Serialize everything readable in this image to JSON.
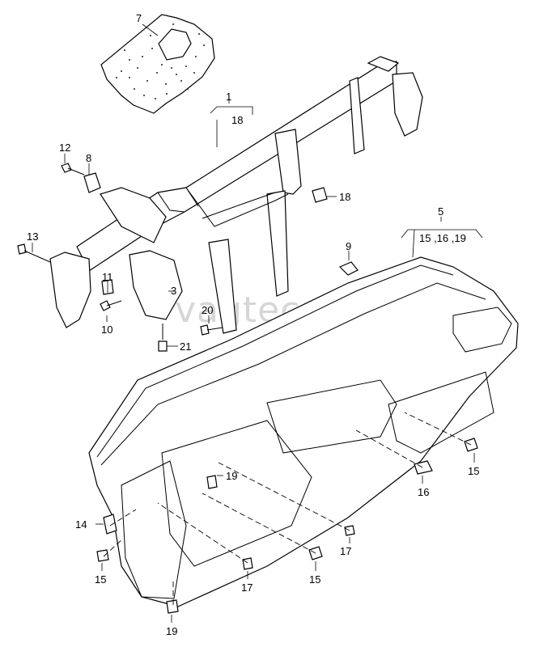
{
  "diagram": {
    "watermark": "vagtec.ru",
    "callouts": {
      "c1": "1",
      "c18_group": "18",
      "c18": "18",
      "c7": "7",
      "c12": "12",
      "c8": "8",
      "c13": "13",
      "c11": "11",
      "c10": "10",
      "c3": "3",
      "c20": "20",
      "c21": "21",
      "c9": "9",
      "c5": "5",
      "c5_group": "15 ,16 ,19",
      "c15_right": "15",
      "c16": "16",
      "c19_mid": "19",
      "c14": "14",
      "c17_right": "17",
      "c15_left": "15",
      "c15_mid": "15",
      "c17_bottom": "17",
      "c19_bottom": "19"
    }
  }
}
